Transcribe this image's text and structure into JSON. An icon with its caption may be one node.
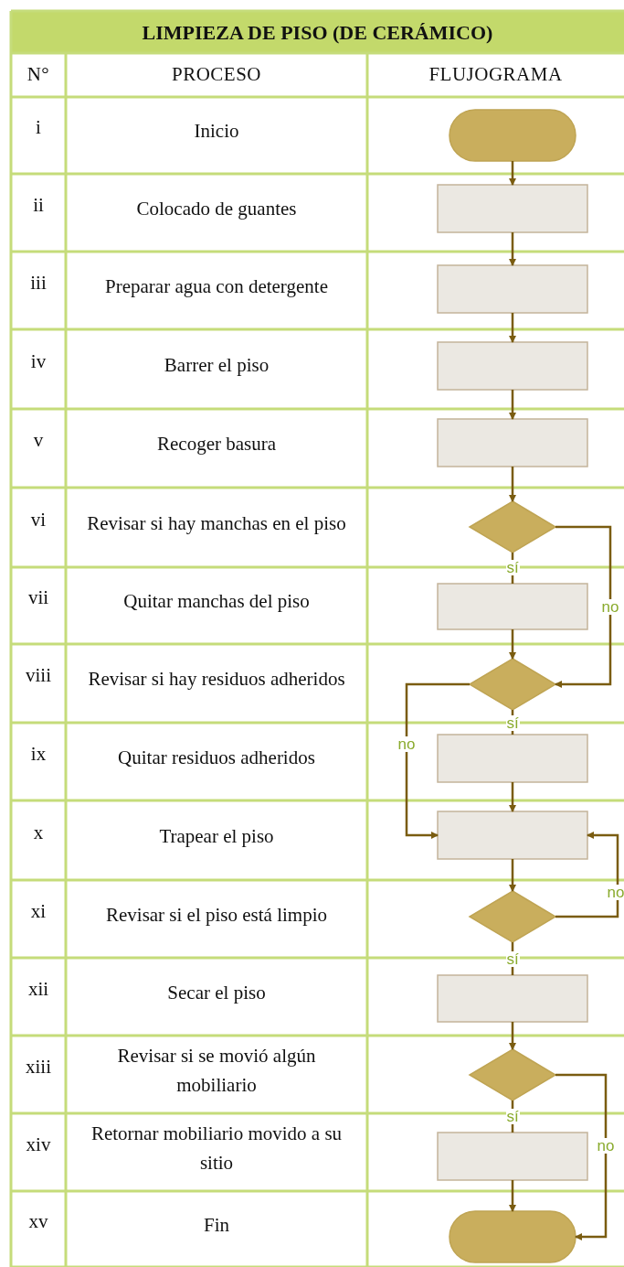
{
  "diagram": {
    "title": "LIMPIEZA DE PISO (DE CERÁMICO)",
    "nodes": [
      {
        "text": [],
        "shape": "oval"
      },
      {
        "text": [],
        "shape": "box"
      },
      {
        "text": [],
        "shape": "box"
      },
      {
        "text": [],
        "shape": "box"
      },
      {
        "text": [],
        "shape": "box"
      },
      {
        "text": [],
        "shape": "diamond"
      },
      {
        "text": [],
        "shape": "box"
      },
      {
        "text": [],
        "shape": "diamond"
      },
      {
        "text": [],
        "shape": "box"
      },
      {
        "text": [],
        "shape": "box"
      },
      {
        "text": [],
        "shape": "diamond"
      },
      {
        "text": [],
        "shape": "box"
      },
      {
        "text": [],
        "shape": "diamond"
      },
      {
        "text": [],
        "shape": "box"
      },
      {
        "text": [],
        "shape": "oval"
      }
    ],
    "edges": [
      {
        "from": 0,
        "to": 1,
        "arrow": "to"
      },
      {
        "from": 1,
        "to": 2,
        "arrow": "to"
      },
      {
        "from": 2,
        "to": 3,
        "arrow": "to"
      },
      {
        "from": 3,
        "to": 4,
        "arrow": "to"
      },
      {
        "from": 4,
        "to": 5,
        "arrow": "to"
      },
      {
        "from": 5,
        "to": 6,
        "arrow": "none",
        "label": "sí"
      },
      {
        "from": 5,
        "to": 7,
        "arrow": "to",
        "label": "no"
      },
      {
        "from": 6,
        "to": 7,
        "arrow": "to"
      },
      {
        "from": 7,
        "to": 8,
        "arrow": "none",
        "label": "sí"
      },
      {
        "from": 7,
        "to": 9,
        "arrow": "to",
        "label": "no"
      },
      {
        "from": 8,
        "to": 9,
        "arrow": "to"
      },
      {
        "from": 9,
        "to": 10,
        "arrow": "to"
      },
      {
        "from": 10,
        "to": 9,
        "arrow": "to",
        "label": "no"
      },
      {
        "from": 10,
        "to": 11,
        "arrow": "none",
        "label": "sí"
      },
      {
        "from": 11,
        "to": 12,
        "arrow": "to"
      },
      {
        "from": 12,
        "to": 13,
        "arrow": "none",
        "label": "sí"
      },
      {
        "from": 12,
        "to": 14,
        "arrow": "to",
        "label": "no"
      },
      {
        "from": 13,
        "to": 14,
        "arrow": "to"
      }
    ],
    "labels": [
      "N°",
      "PROCESO",
      "FLUJOGRAMA",
      "i",
      "Inicio",
      "ii",
      "Colocado de guantes",
      "iii",
      "Preparar agua con detergente",
      "iv",
      "Barrer el piso",
      "v",
      "Recoger basura",
      "vi",
      "Revisar si hay manchas en el piso",
      "vii",
      "Quitar manchas del piso",
      "viii",
      "Revisar si hay residuos adheridos",
      "ix",
      "Quitar residuos adheridos",
      "x",
      "Trapear el piso",
      "xi",
      "Revisar si el piso está limpio",
      "xii",
      "Secar el piso",
      "xiii",
      "Revisar si se movió algún mobiliario",
      "xiv",
      "Retornar mobiliario movido a su sitio",
      "xv",
      "Fin"
    ]
  }
}
